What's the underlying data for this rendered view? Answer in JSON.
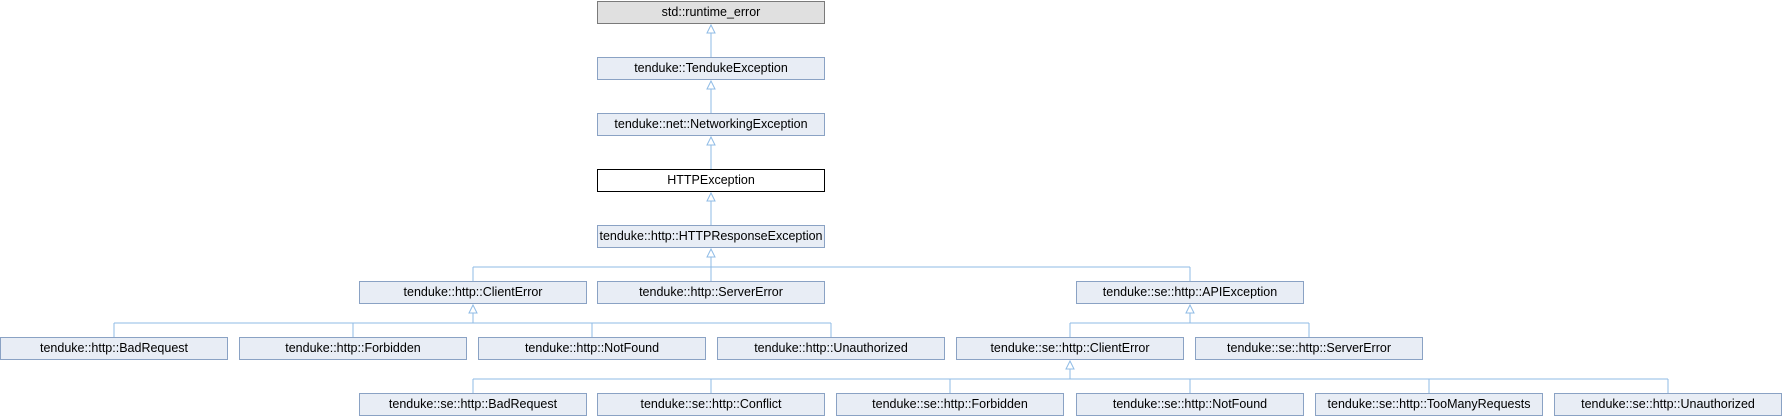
{
  "diagram": {
    "nodes": {
      "runtime_error": "std::runtime_error",
      "tenduke_exception": "tenduke::TendukeException",
      "networking_exception": "tenduke::net::NetworkingException",
      "http_exception": "HTTPException",
      "http_response_exception": "tenduke::http::HTTPResponseException",
      "client_error": "tenduke::http::ClientError",
      "server_error": "tenduke::http::ServerError",
      "api_exception": "tenduke::se::http::APIException",
      "bad_request": "tenduke::http::BadRequest",
      "forbidden": "tenduke::http::Forbidden",
      "not_found": "tenduke::http::NotFound",
      "unauthorized": "tenduke::http::Unauthorized",
      "se_client_error": "tenduke::se::http::ClientError",
      "se_server_error": "tenduke::se::http::ServerError",
      "se_bad_request": "tenduke::se::http::BadRequest",
      "se_conflict": "tenduke::se::http::Conflict",
      "se_forbidden": "tenduke::se::http::Forbidden",
      "se_not_found": "tenduke::se::http::NotFound",
      "se_too_many_requests": "tenduke::se::http::TooManyRequests",
      "se_unauthorized": "tenduke::se::http::Unauthorized"
    },
    "edges": [
      [
        "tenduke_exception",
        "runtime_error"
      ],
      [
        "networking_exception",
        "tenduke_exception"
      ],
      [
        "http_exception",
        "networking_exception"
      ],
      [
        "http_response_exception",
        "http_exception"
      ],
      [
        "client_error",
        "http_response_exception"
      ],
      [
        "server_error",
        "http_response_exception"
      ],
      [
        "api_exception",
        "http_response_exception"
      ],
      [
        "bad_request",
        "client_error"
      ],
      [
        "forbidden",
        "client_error"
      ],
      [
        "not_found",
        "client_error"
      ],
      [
        "unauthorized",
        "client_error"
      ],
      [
        "se_client_error",
        "api_exception"
      ],
      [
        "se_server_error",
        "api_exception"
      ],
      [
        "se_bad_request",
        "se_client_error"
      ],
      [
        "se_conflict",
        "se_client_error"
      ],
      [
        "se_forbidden",
        "se_client_error"
      ],
      [
        "se_not_found",
        "se_client_error"
      ],
      [
        "se_too_many_requests",
        "se_client_error"
      ],
      [
        "se_unauthorized",
        "se_client_error"
      ]
    ],
    "colors": {
      "edge": "#8fbbe6",
      "node_fill": "#e8edf5",
      "node_border": "#8aa2c4",
      "external_fill": "#e0e0e0",
      "current_fill": "#ffffff"
    }
  }
}
